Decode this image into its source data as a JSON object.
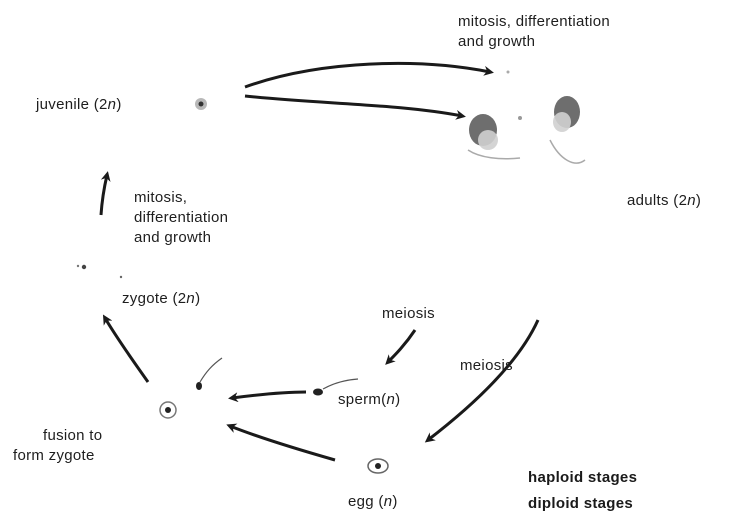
{
  "labels": {
    "mitosis_top_1": "mitosis, differentiation",
    "mitosis_top_2": "and growth",
    "juvenile": "juvenile (2n)",
    "adults": "adults (2n)",
    "mitosis_left_1": "mitosis,",
    "mitosis_left_2": "differentiation",
    "mitosis_left_3": "and growth",
    "zygote": "zygote (2n)",
    "meiosis_upper": "meiosis",
    "meiosis_right": "meiosis",
    "sperm": "sperm(n)",
    "fusion_1": "fusion to",
    "fusion_2": "form zygote",
    "egg": "egg (n)"
  },
  "legend": {
    "haploid": "haploid stages",
    "diploid": "diploid stages"
  },
  "colors": {
    "text": "#1e1e1e",
    "arrow": "#1a1a1a",
    "cell": "#3a3a3a"
  }
}
